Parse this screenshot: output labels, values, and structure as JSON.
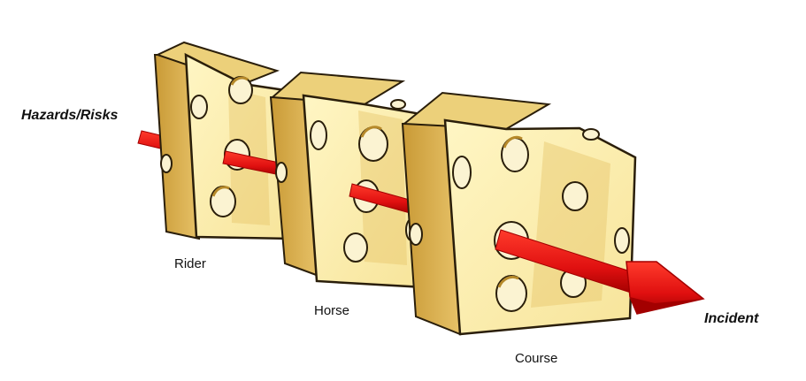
{
  "labels": {
    "hazards": "Hazards/Risks",
    "incident": "Incident",
    "rider": "Rider",
    "horse": "Horse",
    "course": "Course"
  },
  "colors": {
    "cheese_face": "#fff2b0",
    "cheese_side": "#d8ae4c",
    "cheese_top": "#ecd07a",
    "hole": "#fbf3d2",
    "hole_shadow": "#b6892a",
    "outline": "#2a1e0a",
    "arrow": "#e01010",
    "arrow_dark": "#a30000"
  },
  "icons": {
    "slice_1": "cheese-slice-icon",
    "slice_2": "cheese-slice-icon",
    "slice_3": "cheese-slice-icon",
    "arrow": "arrow-icon"
  }
}
